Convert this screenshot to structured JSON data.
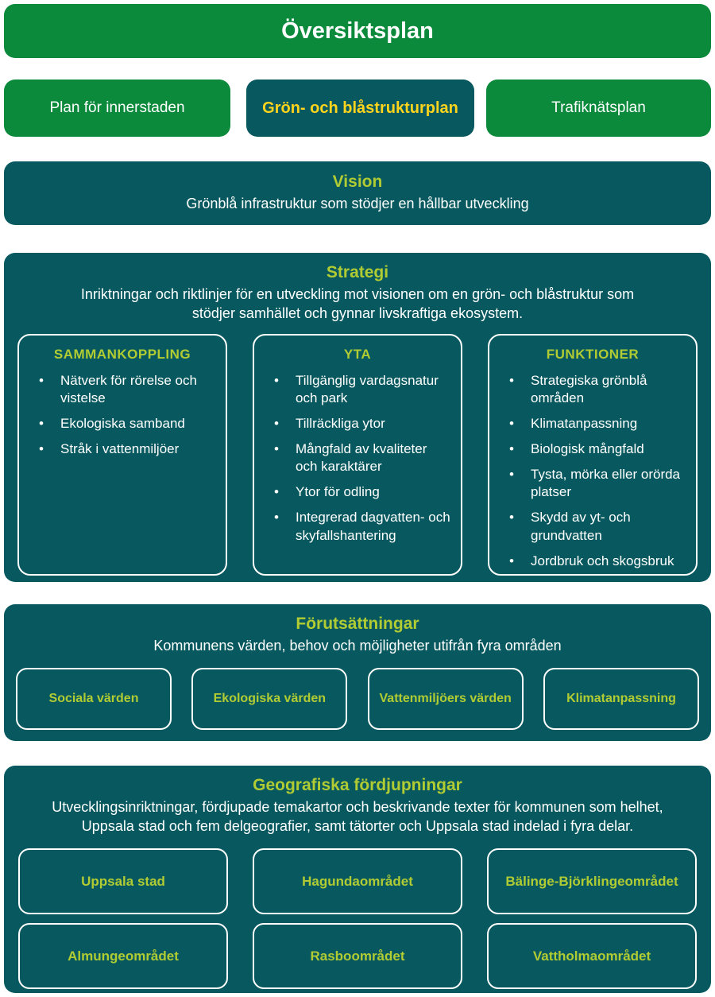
{
  "colors": {
    "green": "#0B8A3C",
    "teal": "#07595F",
    "active_tab_text": "#FFD41C",
    "heading_lime": "#B1CC33",
    "body_text": "#FFFFFF",
    "page_background": "#FFFFFF"
  },
  "header": {
    "title": "Översiktsplan"
  },
  "tabs": [
    {
      "label": "Plan för innerstaden",
      "active": false
    },
    {
      "label": "Grön- och blåstrukturplan",
      "active": true
    },
    {
      "label": "Trafiknätsplan",
      "active": false
    }
  ],
  "vision": {
    "title": "Vision",
    "subtitle": "Grönblå infrastruktur som stödjer en hållbar utveckling"
  },
  "strategy": {
    "title": "Strategi",
    "subtitle": "Inriktningar och riktlinjer för en utveckling mot visionen om en grön- och blåstruktur som stödjer samhället och gynnar livskraftiga ekosystem.",
    "columns": [
      {
        "title": "SAMMANKOPPLING",
        "items": [
          "Nätverk för rörelse och vistelse",
          "Ekologiska samband",
          "Stråk i vattenmiljöer"
        ]
      },
      {
        "title": "YTA",
        "items": [
          "Tillgänglig vardagsnatur och park",
          "Tillräckliga ytor",
          "Mångfald av kvaliteter och karaktärer",
          "Ytor för odling",
          "Integrerad dagvatten- och skyfallshantering"
        ]
      },
      {
        "title": "FUNKTIONER",
        "items": [
          "Strategiska grönblå områden",
          "Klimatanpassning",
          "Biologisk mångfald",
          "Tysta, mörka eller orörda platser",
          "Skydd av yt- och grundvatten",
          "Jordbruk och skogsbruk"
        ]
      }
    ]
  },
  "conditions": {
    "title": "Förutsättningar",
    "subtitle": "Kommunens värden, behov och möjligheter utifrån fyra områden",
    "boxes": [
      "Sociala värden",
      "Ekologiska värden",
      "Vattenmiljöers värden",
      "Klimatanpassning"
    ]
  },
  "geography": {
    "title": "Geografiska fördjupningar",
    "subtitle": "Utvecklingsinriktningar, fördjupade temakartor och beskrivande texter för kommunen som helhet, Uppsala stad och fem delgeografier, samt tätorter och Uppsala stad indelad i fyra delar.",
    "boxes": [
      "Uppsala stad",
      "Hagundaområdet",
      "Bälinge-Björklingeområdet",
      "Almungeområdet",
      "Rasboområdet",
      "Vattholmaområdet"
    ]
  }
}
